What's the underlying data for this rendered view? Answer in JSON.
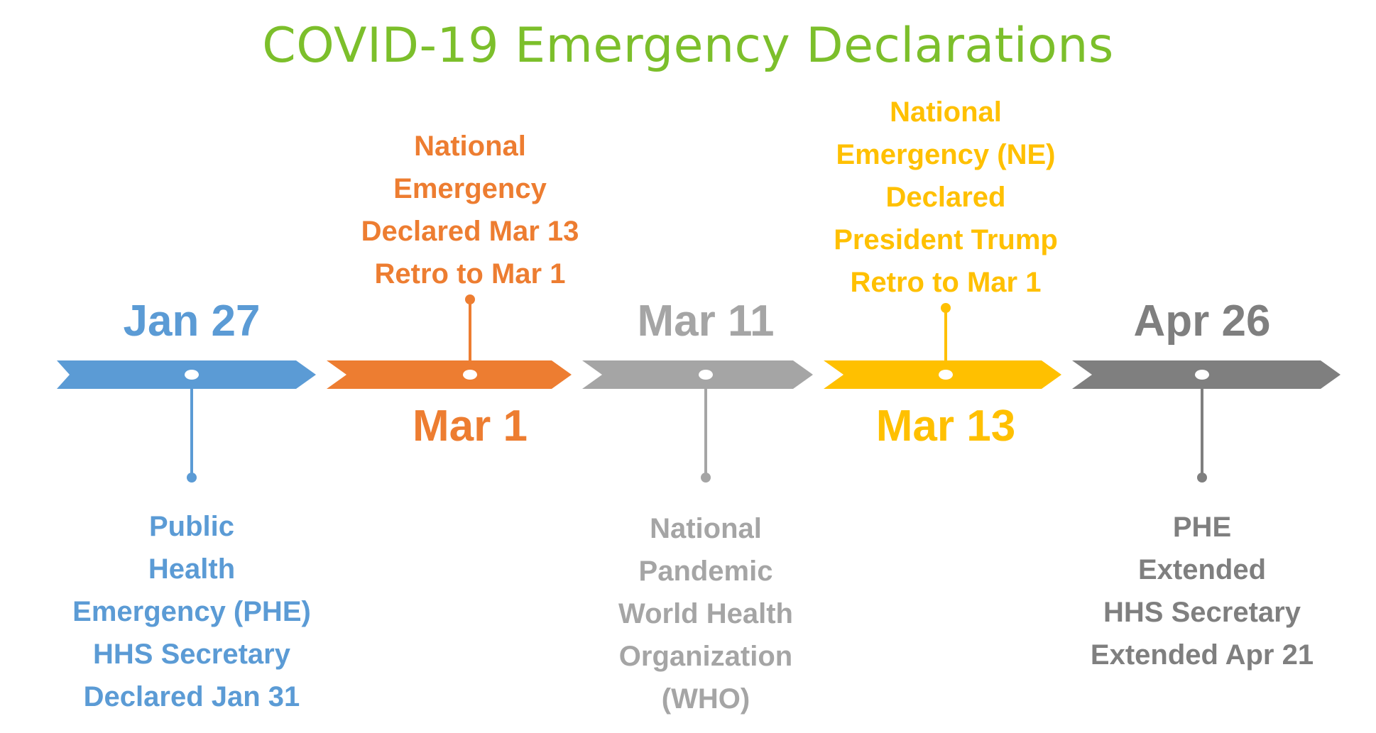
{
  "title": {
    "text": "COVID-19 Emergency Declarations",
    "color": "#7cbf2b"
  },
  "colors": {
    "blue": "#5b9bd5",
    "orange": "#ed7d31",
    "light_gray": "#a5a5a5",
    "gold": "#ffc000",
    "dark_gray": "#7f7f7f"
  },
  "events": [
    {
      "date": "Jan 27",
      "color": "#5b9bd5",
      "lines": [
        "Public",
        "Health",
        "Emergency (PHE)",
        "HHS Secretary",
        "Declared Jan 31"
      ]
    },
    {
      "date": "Mar 1",
      "color": "#ed7d31",
      "lines": [
        "National",
        "Emergency",
        "Declared Mar 13",
        "Retro to Mar 1"
      ]
    },
    {
      "date": "Mar 11",
      "color": "#a5a5a5",
      "lines": [
        "National",
        "Pandemic",
        "World Health",
        "Organization",
        "(WHO)"
      ]
    },
    {
      "date": "Mar 13",
      "color": "#ffc000",
      "lines": [
        "National",
        "Emergency (NE)",
        "Declared",
        "President Trump",
        "Retro to Mar 1"
      ]
    },
    {
      "date": "Apr 26",
      "color": "#7f7f7f",
      "lines": [
        "PHE",
        "Extended",
        "HHS Secretary",
        "Extended Apr 21"
      ]
    }
  ]
}
